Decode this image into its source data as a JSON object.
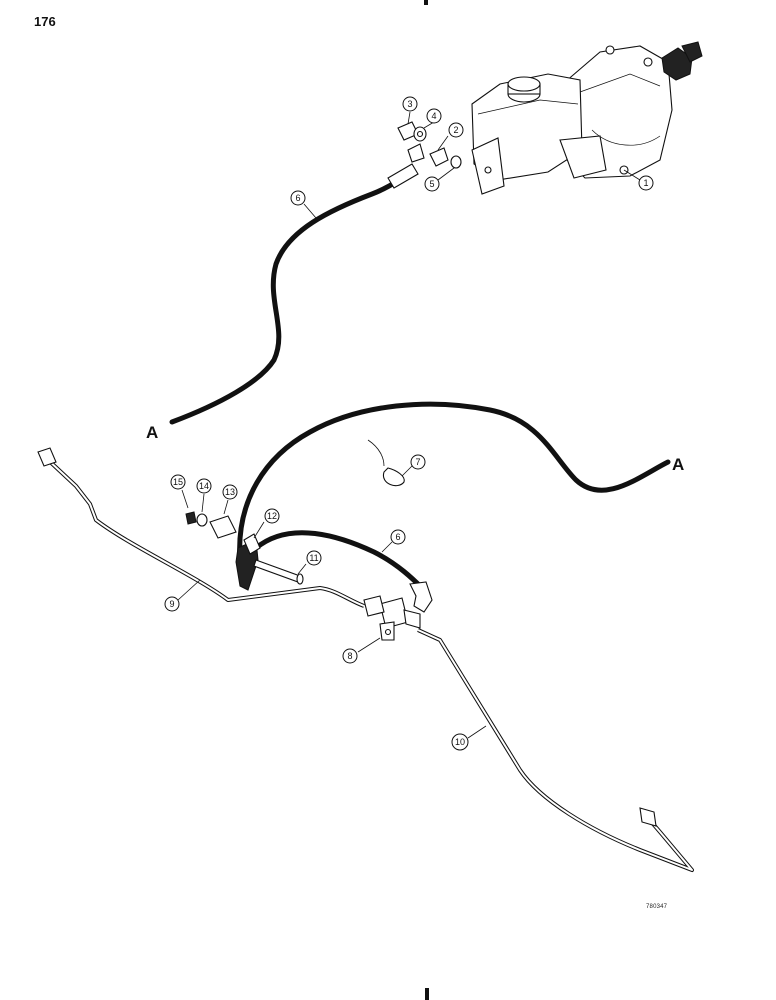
{
  "page_number": "176",
  "figure_code": "780347",
  "markers": [
    "A",
    "A"
  ],
  "callouts": [
    "1",
    "2",
    "3",
    "4",
    "5",
    "6",
    "6",
    "7",
    "8",
    "9",
    "10",
    "11",
    "12",
    "13",
    "14",
    "15"
  ]
}
